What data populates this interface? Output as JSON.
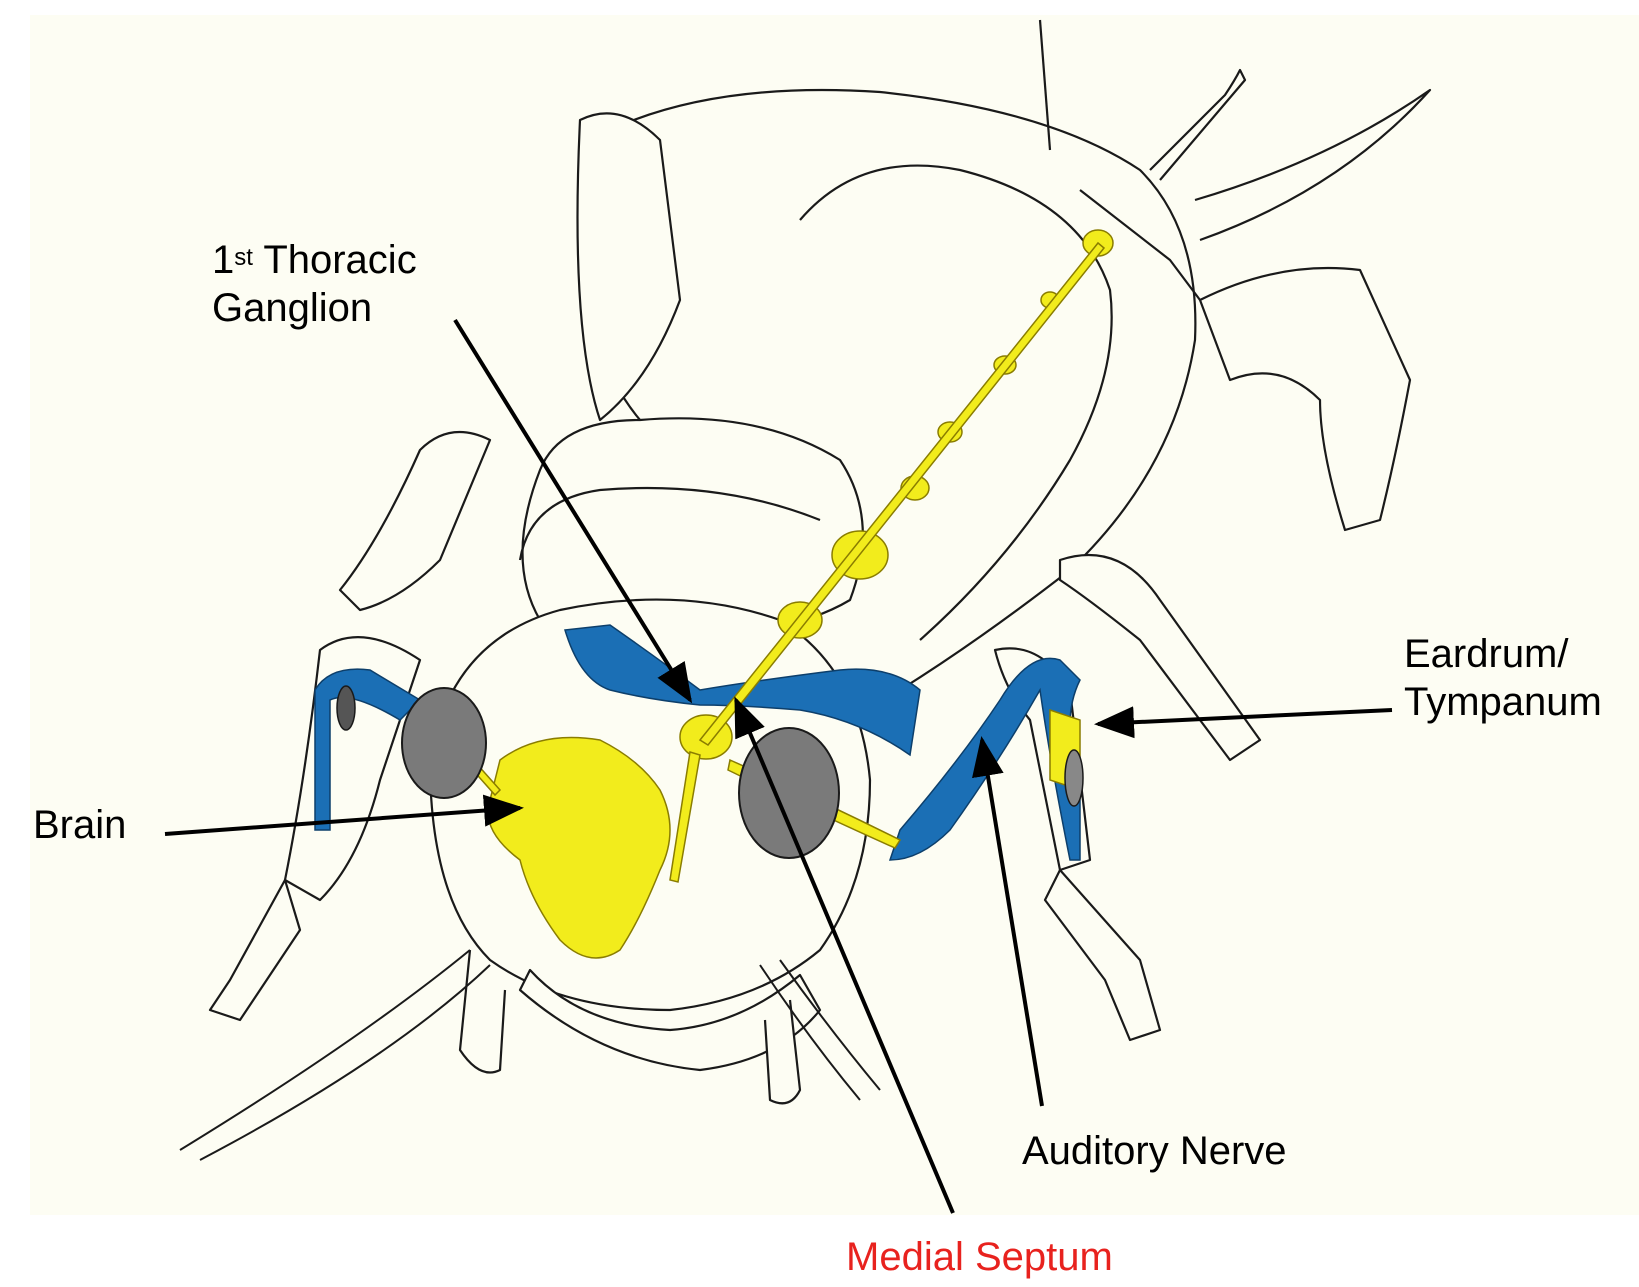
{
  "labels": {
    "thoracic_prefix": "1",
    "thoracic_sup": "st",
    "thoracic_rest": " Thoracic",
    "thoracic_line2": "Ganglion",
    "brain": "Brain",
    "eardrum_line1": "Eardrum/",
    "eardrum_line2": "Tympanum",
    "auditory_nerve": "Auditory Nerve",
    "medial_septum": "Medial Septum"
  },
  "colors": {
    "background": "#fefef6",
    "outline": "#1a1a1a",
    "nerve_yellow": "#f2ec1c",
    "trachea_blue": "#1b6fb5",
    "eye_gray": "#7a7a7a",
    "label_text": "#000000",
    "septum_label": "#e8221e"
  }
}
